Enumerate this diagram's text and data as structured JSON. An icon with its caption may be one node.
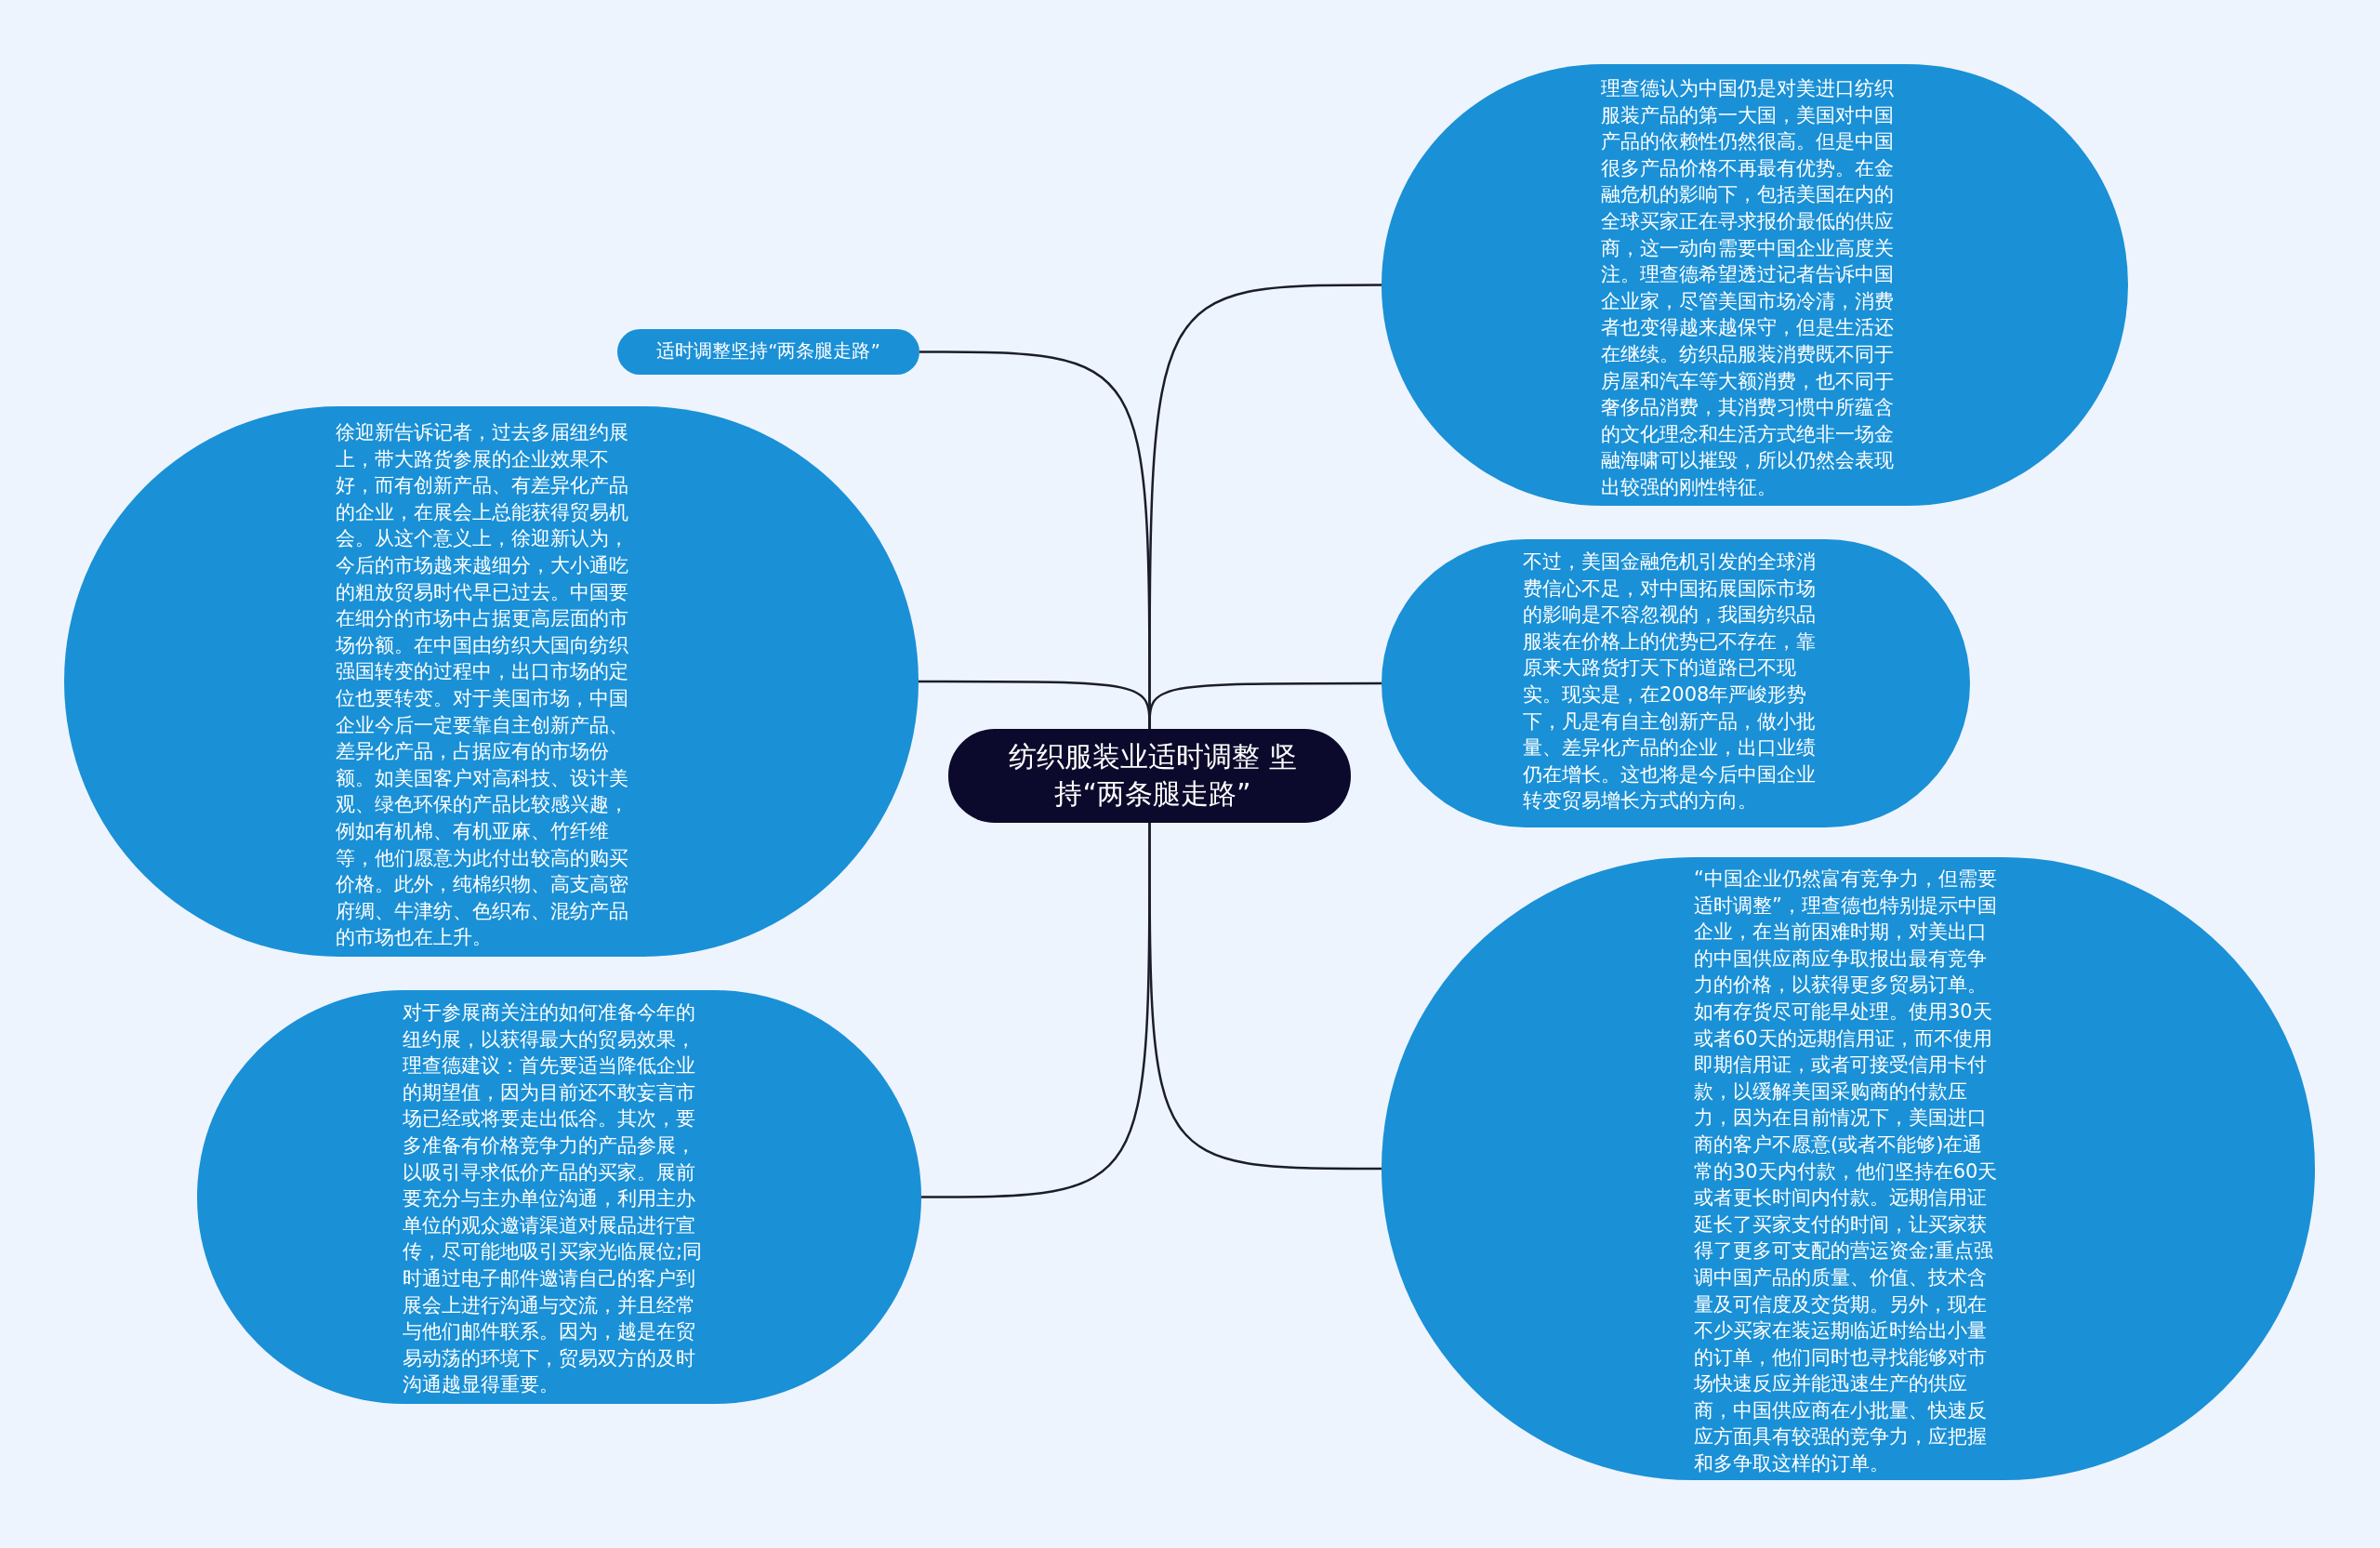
{
  "diagram": {
    "nodes": [
      {
        "text": [
          "纺织服装业适时调整 坚持“两条腿走路”"
        ]
      },
      {
        "text": [
          "适时调整坚持“两条腿走路”"
        ]
      },
      {
        "text": [
          "徐迎新告诉记者，过去多届纽约展上，带大路货参展的企业效果不好，而有创新产品、有差异化产品的企业，在展会上总能获得贸易机会。从这个意义上，徐迎新认为，今后的市场越来越细分，大小通吃的粗放贸易时代早已过去。中国要在细分的市场中占据更高层面的市场份额。在中国由纺织大国向纺织强国转变的过程中，出口市场的定位也要转变。对于美国市场，中国企业今后一定要靠自主创新产品、差异化产品，占据应有的市场份额。如美国客户对高科技、设计美观、绿色环保的产品比较感兴趣，例如有机棉、有机亚麻、竹纤维等，他们愿意为此付出较高的购买价格。此外，纯棉织物、高支高密府绸、牛津纺、色织布、混纺产品的市场也在上升。"
        ]
      },
      {
        "text": [
          "对于参展商关注的如何准备今年的纽约展，以获得最大的贸易效果，理查德建议：首先要适当降低企业的期望值，因为目前还不敢妄言市场已经或将要走出低谷。其次，要多准备有价格竞争力的产品参展，以吸引寻求低价产品的买家。展前要充分与主办单位沟通，利用主办单位的观众邀请渠道对展品进行宣传，尽可能地吸引买家光临展位;同时通过电子邮件邀请自己的客户到展会上进行沟通与交流，并且经常与他们邮件联系。因为，越是在贸易动荡的环境下，贸易双方的及时沟通越显得重要。"
        ]
      },
      {
        "text": [
          "理查德认为中国仍是对美进口纺织服装产品的第一大国，美国对中国产品的依赖性仍然很高。但是中国很多产品价格不再最有优势。在金融危机的影响下，包括美国在内的全球买家正在寻求报价最低的供应商，这一动向需要中国企业高度关注。理查德希望透过记者告诉中国企业家，尽管美国市场冷清，消费者也变得越来越保守，但是生活还在继续。纺织品服装消费既不同于房屋和汽车等大额消费，也不同于奢侈品消费，其消费习惯中所蕴含的文化理念和生活方式绝非一场金融海啸可以摧毁，所以仍然会表现出较强的刚性特征。"
        ]
      },
      {
        "text": [
          "不过，美国金融危机引发的全球消费信心不足，对中国拓展国际市场的影响是不容忽视的，我国纺织品服装在价格上的优势已不存在，靠原来大路货打天下的道路已不现实。现实是，在2008年严峻形势下，凡是有自主创新产品，做小批量、差异化产品的企业，出口业绩仍在增长。这也将是今后中国企业转变贸易增长方式的方向。"
        ]
      },
      {
        "text": [
          "“中国企业仍然富有竞争力，但需要适时调整”，理查德也特别提示中国企业，在当前困难时期，对美出口的中国供应商应争取报出最有竞争力的价格，以获得更多贸易订单。如有存货尽可能早处理。使用30天或者60天的远期信用证，而不使用即期信用证，或者可接受信用卡付款，以缓解美国采购商的付款压力，因为在目前情况下，美国进口商的客户不愿意(或者不能够)在通常的30天内付款，他们坚持在60天或者更长时间内付款。远期信用证延长了买家支付的时间，让买家获得了更多可支配的营运资金;重点强调中国产品的质量、价值、技术含量及可信度及交货期。另外，现在不少买家在装运期临近时给出小量的订单，他们同时也寻找能够对市场快速反应并能迅速生产的供应商，中国供应商在小批量、快速反应方面具有较强的竞争力，应把握和多争取这样的订单。"
        ]
      }
    ],
    "edges": [
      {
        "from": 0,
        "to": 1,
        "arrow": "none"
      },
      {
        "from": 0,
        "to": 2,
        "arrow": "none"
      },
      {
        "from": 0,
        "to": 3,
        "arrow": "none"
      },
      {
        "from": 0,
        "to": 4,
        "arrow": "none"
      },
      {
        "from": 0,
        "to": 5,
        "arrow": "none"
      },
      {
        "from": 0,
        "to": 6,
        "arrow": "none"
      }
    ]
  }
}
